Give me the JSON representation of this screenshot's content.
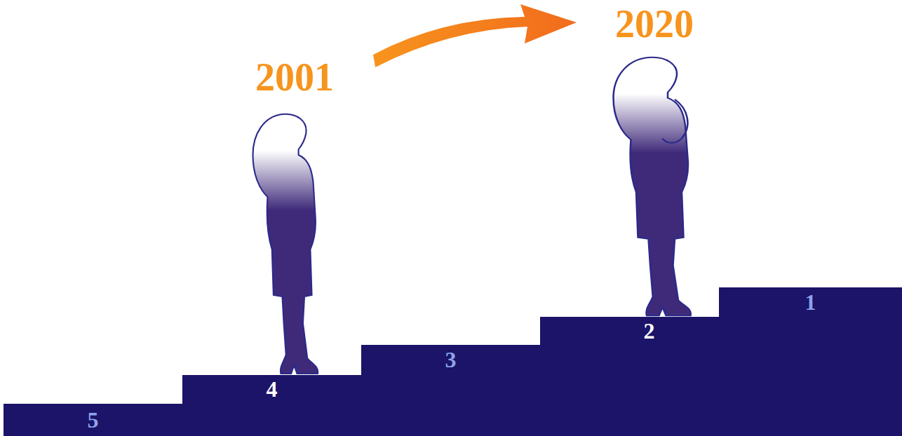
{
  "diagram": {
    "nodes": [
      {
        "text": [
          "5"
        ]
      },
      {
        "text": [
          "4"
        ]
      },
      {
        "text": [
          "3"
        ]
      },
      {
        "text": [
          "2"
        ]
      },
      {
        "text": [
          "1"
        ]
      }
    ],
    "labels": [
      "2001",
      "2020"
    ]
  }
}
